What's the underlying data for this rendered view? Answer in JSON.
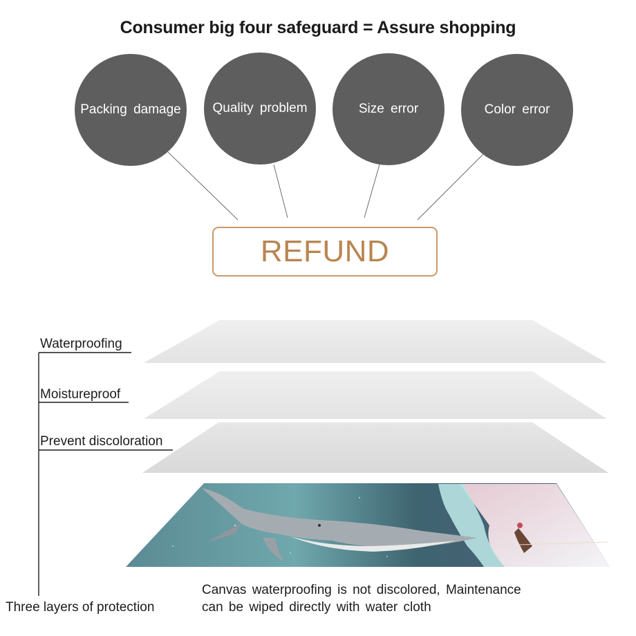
{
  "headline": "Consumer big four safeguard = Assure shopping",
  "guarantees": [
    {
      "label": "Packing  damage"
    },
    {
      "label": "Quality  problem"
    },
    {
      "label": "Size  error"
    },
    {
      "label": "Color  error"
    }
  ],
  "refund_label": "REFUND",
  "layers": {
    "labels": [
      "Waterproofing",
      "Moistureproof",
      "Prevent  discoloration"
    ],
    "bracket_label": "Three layers of protection"
  },
  "caption": {
    "line1": "Canvas  waterproofing  is  not  discolored,  Maintenance",
    "line2": "can  be  wiped  directly  with  water  cloth"
  },
  "colors": {
    "circle_fill": "#5e5e5e",
    "refund_accent": "#c99a68",
    "layer_gray": "#e8e8e8"
  },
  "artwork": {
    "description_icon": "whale-canvas-painting-icon"
  }
}
